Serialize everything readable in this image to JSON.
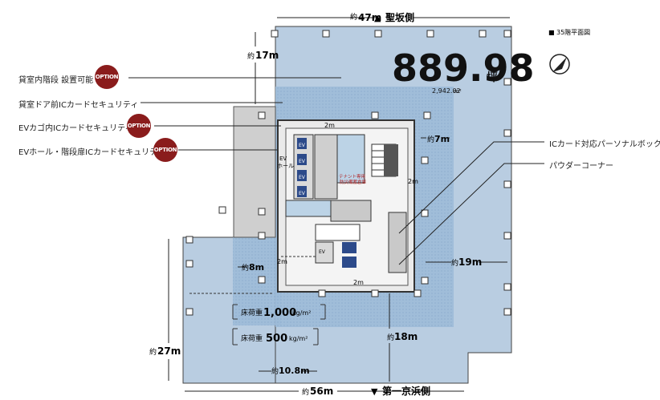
{
  "floor": {
    "legend_marker": "■",
    "legend_text": "35階平面図",
    "area_tsubo": "889.98",
    "area_tsubo_unit": "坪",
    "area_m2": "2,942.02",
    "area_m2_unit": "m²"
  },
  "streets": {
    "top": "聖坂側",
    "bottom": "第一京浜側",
    "top_arrow": "▲",
    "bottom_arrow": "▼"
  },
  "dimensions": {
    "top_width": "47m",
    "left_upper": "17m",
    "core_right": "7m",
    "core_left": "8m",
    "right_side": "19m",
    "bottom_middle": "18m",
    "left_lower": "27m",
    "bottom_inner": "10.8m",
    "bottom_width": "56m",
    "gap_a": "2m",
    "gap_b": "2m",
    "gap_c": "2m",
    "gap_d": "2m",
    "approx": "約"
  },
  "loads": {
    "heavy_label": "床荷重",
    "heavy_value": "1,000",
    "heavy_unit": "kg/m²",
    "normal_label": "床荷重",
    "normal_value": "500",
    "normal_unit": "kg/m²"
  },
  "core": {
    "ev_hall": "EV\nホール",
    "ev_label": "EV",
    "tenant_room": "テナント専用\n防災備蓄倉庫",
    "ev_small": "EV"
  },
  "callouts_left": [
    {
      "text": "貸室内階段 設置可能",
      "option": true
    },
    {
      "text": "貸室ドア前ICカードセキュリティ",
      "option": false
    },
    {
      "text": "EVカゴ内ICカードセキュリティ",
      "option": true
    },
    {
      "text": "EVホール・階段扉ICカードセキュリティ",
      "option": true
    }
  ],
  "callouts_right": [
    {
      "text": "ICカード対応パーソナルボックス"
    },
    {
      "text": "パウダーコーナー"
    }
  ],
  "option_badge": "OPTION",
  "colors": {
    "floor_fill": "#b8cce0",
    "heavy_zone": "#9fbcd8",
    "core_fill": "#ececec",
    "wall": "#333333",
    "option_badge": "#8a1c1c"
  }
}
